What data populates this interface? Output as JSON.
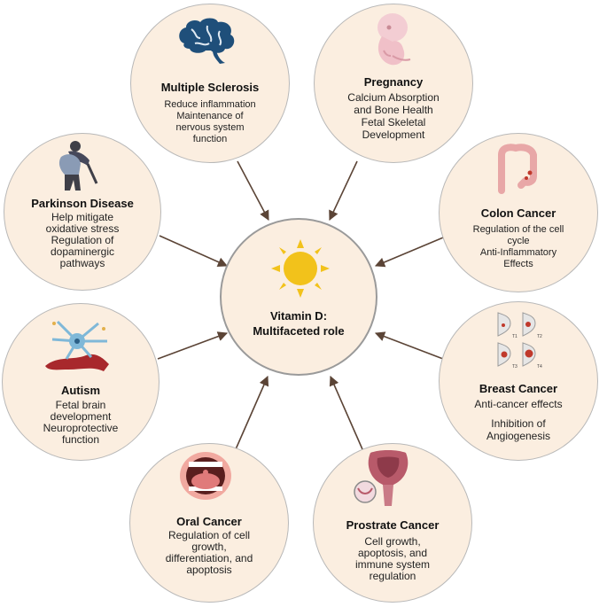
{
  "center": {
    "title_lines": [
      "Vitamin D:",
      "Multifaceted role"
    ],
    "icon": "sun-icon",
    "colors": {
      "sun": "#f2c21b",
      "fill": "#fbeee0"
    }
  },
  "nodes": {
    "multiple_sclerosis": {
      "title": "Multiple Sclerosis",
      "lines": [
        "Reduce inflammation",
        "Maintenance of",
        "nervous system",
        "function"
      ],
      "icon": "brain-icon"
    },
    "pregnancy": {
      "title": "Pregnancy",
      "lines": [
        "Calcium Absorption",
        "and Bone Health",
        "Fetal Skeletal",
        "Development"
      ],
      "icon": "fetus-icon"
    },
    "parkinson": {
      "title": "Parkinson Disease",
      "lines": [
        "Help mitigate",
        "oxidative stress",
        "Regulation of",
        "dopaminergic",
        "pathways"
      ],
      "icon": "stooped-person-icon"
    },
    "colon_cancer": {
      "title": "Colon Cancer",
      "lines": [
        "Regulation of the cell",
        "cycle",
        "Anti-Inflammatory",
        "Effects"
      ],
      "icon": "colon-icon"
    },
    "autism": {
      "title": "Autism",
      "lines": [
        "Fetal brain",
        "development",
        "Neuroprotective",
        "function"
      ],
      "icon": "neuron-icon"
    },
    "breast_cancer": {
      "title": "Breast Cancer",
      "lines": [
        "Anti-cancer effects",
        "",
        "Inhibition of",
        "Angiogenesis"
      ],
      "icon": "breast-icon"
    },
    "oral_cancer": {
      "title": "Oral Cancer",
      "lines": [
        "Regulation of cell",
        "growth,",
        "differentiation, and",
        "apoptosis"
      ],
      "icon": "mouth-icon"
    },
    "prostate_cancer": {
      "title": "Prostrate Cancer",
      "lines": [
        "Cell growth,",
        "apoptosis, and",
        "immune system",
        "regulation"
      ],
      "icon": "prostate-icon"
    }
  },
  "breast_icon_labels": [
    "T1",
    "T2",
    "T3",
    "T4"
  ]
}
